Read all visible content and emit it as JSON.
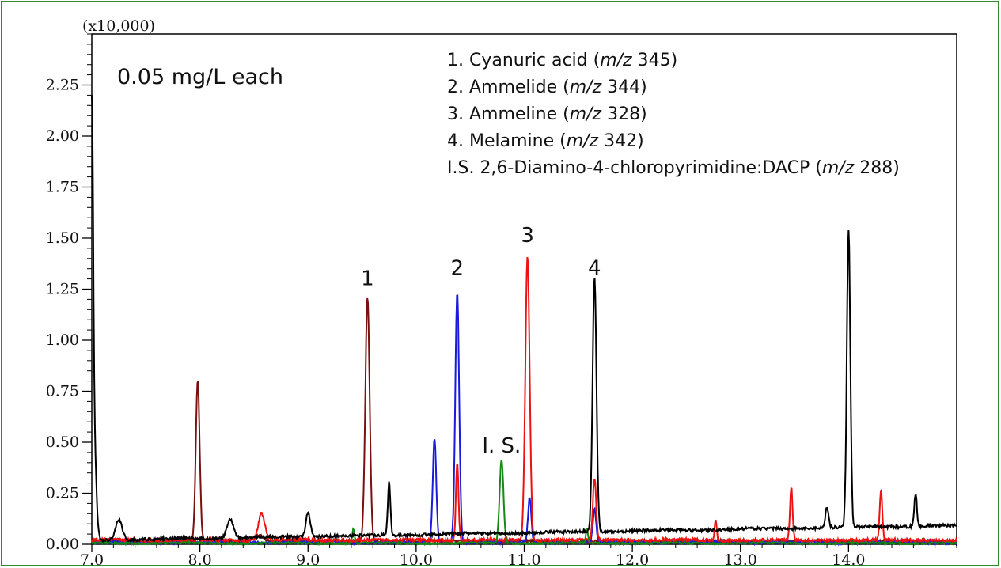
{
  "chart_data": {
    "type": "line",
    "title": "",
    "xlabel": "",
    "ylabel": "",
    "y_multiplier_label": "(x10,000)",
    "xlim": [
      7.0,
      15.0
    ],
    "ylim": [
      0.0,
      2.5
    ],
    "x_ticks": [
      "7.0",
      "8.0",
      "9.0",
      "10.0",
      "11.0",
      "12.0",
      "13.0",
      "14.0"
    ],
    "y_ticks": [
      "0.00",
      "0.25",
      "0.50",
      "0.75",
      "1.00",
      "1.25",
      "1.50",
      "1.75",
      "2.00",
      "2.25"
    ],
    "grid": false,
    "concentration_note": "0.05 mg/L each",
    "legend_position": "top-right",
    "legend": [
      {
        "num": "1.",
        "name": "Cyanuric acid",
        "mz": "345"
      },
      {
        "num": "2.",
        "name": "Ammelide",
        "mz": "344"
      },
      {
        "num": "3.",
        "name": "Ammeline",
        "mz": "328"
      },
      {
        "num": "4.",
        "name": "Melamine",
        "mz": "342"
      },
      {
        "num": "I.S.",
        "name": "2,6-Diamino-4-chloropyrimidine:DACP",
        "mz": "288"
      }
    ],
    "mz_prefix": "m/z",
    "peak_labels": [
      {
        "label": "1",
        "x": 9.55,
        "y": 1.27
      },
      {
        "label": "2",
        "x": 10.38,
        "y": 1.32
      },
      {
        "label": "3",
        "x": 11.03,
        "y": 1.48
      },
      {
        "label": "4",
        "x": 11.65,
        "y": 1.32
      },
      {
        "label": "I. S.",
        "x": 10.79,
        "y": 0.45
      }
    ],
    "series": [
      {
        "color": "#7a1010",
        "baseline": 0.015,
        "noise": 0.006,
        "peaks": [
          [
            7.98,
            0.79,
            0.018
          ],
          [
            9.55,
            1.2,
            0.02
          ],
          [
            8.55,
            0.03,
            0.04
          ]
        ]
      },
      {
        "color": "#1a1adc",
        "baseline": 0.01,
        "noise": 0.006,
        "peaks": [
          [
            10.17,
            0.51,
            0.016
          ],
          [
            10.38,
            1.23,
            0.018
          ],
          [
            11.05,
            0.22,
            0.015
          ],
          [
            11.65,
            0.16,
            0.015
          ]
        ]
      },
      {
        "color": "#ee1111",
        "baseline": 0.02,
        "noise": 0.008,
        "peaks": [
          [
            11.03,
            1.39,
            0.02
          ],
          [
            8.57,
            0.13,
            0.03
          ],
          [
            11.65,
            0.3,
            0.015
          ],
          [
            12.77,
            0.1,
            0.01
          ],
          [
            13.47,
            0.26,
            0.012
          ],
          [
            14.3,
            0.25,
            0.012
          ],
          [
            10.38,
            0.38,
            0.012
          ]
        ]
      },
      {
        "color": "#138a13",
        "baseline": 0.005,
        "noise": 0.004,
        "peaks": [
          [
            10.79,
            0.41,
            0.018
          ],
          [
            9.42,
            0.07,
            0.01
          ],
          [
            11.58,
            0.07,
            0.01
          ]
        ]
      },
      {
        "color": "#000000",
        "baseline": 0.02,
        "noise": 0.007,
        "peaks": [
          [
            7.0,
            1.87,
            0.012
          ],
          [
            7.02,
            0.5,
            0.02
          ],
          [
            7.25,
            0.1,
            0.03
          ],
          [
            8.28,
            0.09,
            0.03
          ],
          [
            9.0,
            0.12,
            0.02
          ],
          [
            9.75,
            0.26,
            0.012
          ],
          [
            11.65,
            1.25,
            0.018
          ],
          [
            14.0,
            1.46,
            0.016
          ],
          [
            13.8,
            0.1,
            0.015
          ],
          [
            14.62,
            0.16,
            0.012
          ]
        ]
      }
    ]
  }
}
